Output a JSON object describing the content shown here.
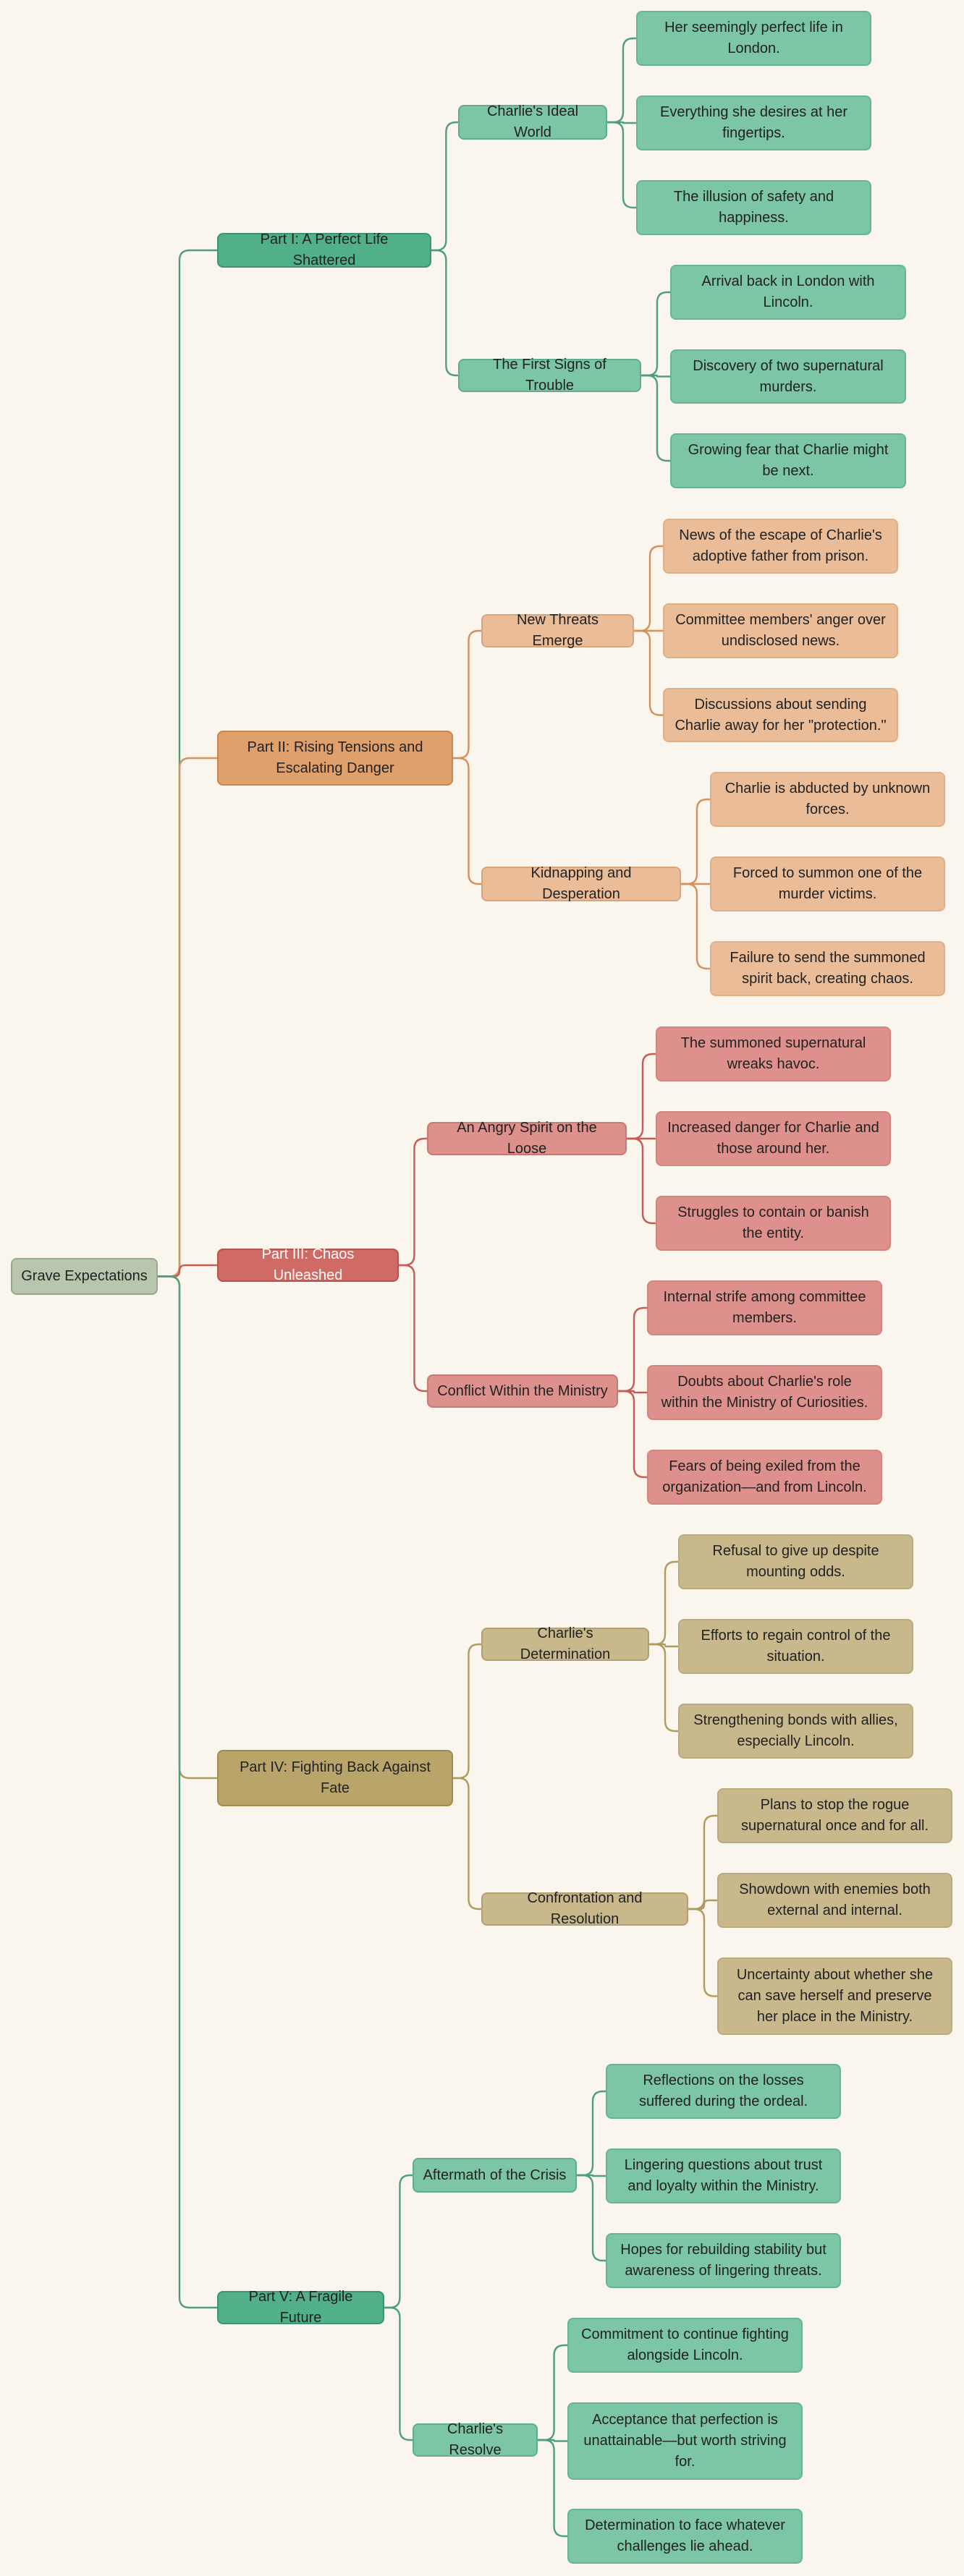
{
  "root": "Grave Expectations",
  "colors": {
    "green": "#52b088",
    "orange": "#e0a06c",
    "red": "#d06a65",
    "tan": "#b9a56a",
    "root": "#b7c6ac",
    "background": "#faf6ee"
  },
  "parts": [
    {
      "title": "Part I: A Perfect Life Shattered",
      "color": "green",
      "children": [
        {
          "title": "Charlie's Ideal World",
          "children": [
            "Her seemingly perfect life in London.",
            "Everything she desires at her fingertips.",
            "The illusion of safety and happiness."
          ]
        },
        {
          "title": "The First Signs of Trouble",
          "children": [
            "Arrival back in London with Lincoln.",
            "Discovery of two supernatural murders.",
            "Growing fear that Charlie might be next."
          ]
        }
      ]
    },
    {
      "title": "Part II: Rising Tensions and Escalating Danger",
      "color": "orange",
      "children": [
        {
          "title": "New Threats Emerge",
          "children": [
            "News of the escape of Charlie's adoptive father from prison.",
            "Committee members' anger over undisclosed news.",
            "Discussions about sending Charlie away for her \"protection.\""
          ]
        },
        {
          "title": "Kidnapping and Desperation",
          "children": [
            "Charlie is abducted by unknown forces.",
            "Forced to summon one of the murder victims.",
            "Failure to send the summoned spirit back, creating chaos."
          ]
        }
      ]
    },
    {
      "title": "Part III: Chaos Unleashed",
      "color": "red",
      "children": [
        {
          "title": "An Angry Spirit on the Loose",
          "children": [
            "The summoned supernatural wreaks havoc.",
            "Increased danger for Charlie and those around her.",
            "Struggles to contain or banish the entity."
          ]
        },
        {
          "title": "Conflict Within the Ministry",
          "children": [
            "Internal strife among committee members.",
            "Doubts about Charlie's role within the Ministry of Curiosities.",
            "Fears of being exiled from the organization—and from Lincoln."
          ]
        }
      ]
    },
    {
      "title": "Part IV: Fighting Back Against Fate",
      "color": "tan",
      "children": [
        {
          "title": "Charlie's Determination",
          "children": [
            "Refusal to give up despite mounting odds.",
            "Efforts to regain control of the situation.",
            "Strengthening bonds with allies, especially Lincoln."
          ]
        },
        {
          "title": "Confrontation and Resolution",
          "children": [
            "Plans to stop the rogue supernatural once and for all.",
            "Showdown with enemies both external and internal.",
            "Uncertainty about whether she can save herself and preserve her place in the Ministry."
          ]
        }
      ]
    },
    {
      "title": "Part V: A Fragile Future",
      "color": "green",
      "children": [
        {
          "title": "Aftermath of the Crisis",
          "children": [
            "Reflections on the losses suffered during the ordeal.",
            "Lingering questions about trust and loyalty within the Ministry.",
            "Hopes for rebuilding stability but awareness of lingering threats."
          ]
        },
        {
          "title": "Charlie's Resolve",
          "children": [
            "Commitment to continue fighting alongside Lincoln.",
            "Acceptance that perfection is unattainable—but worth striving for.",
            "Determination to face whatever challenges lie ahead."
          ]
        }
      ]
    }
  ]
}
